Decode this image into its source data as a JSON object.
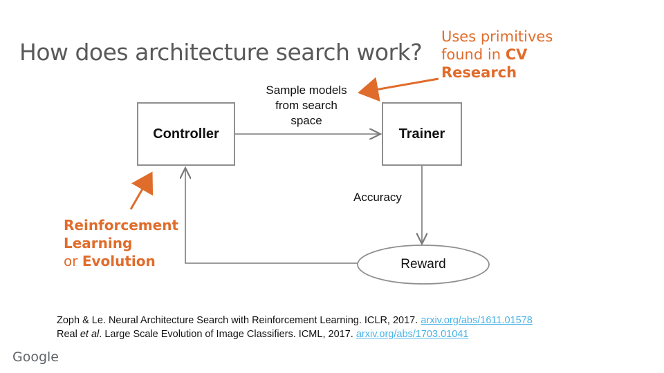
{
  "slide": {
    "title": "How does architecture search work?"
  },
  "diagram": {
    "controller_label": "Controller",
    "trainer_label": "Trainer",
    "reward_label": "Reward",
    "sample_label_lines": [
      "Sample models",
      "from search",
      "space"
    ],
    "accuracy_label": "Accuracy"
  },
  "callouts": {
    "right": {
      "line1": "Uses primitives",
      "line2_prefix": "found in ",
      "line2_bold": "CV",
      "line3_bold": "Research",
      "color": "#e06c2b"
    },
    "left": {
      "line1_bold": "Reinforcement",
      "line2_bold": "Learning",
      "line3_prefix": "or ",
      "line3_bold": "Evolution",
      "color": "#e06c2b"
    }
  },
  "references": [
    {
      "text": "Zoph & Le. Neural Architecture Search with Reinforcement Learning. ICLR, 2017. ",
      "link": "arxiv.org/abs/1611.01578"
    },
    {
      "text_prefix": "Real ",
      "text_italic": "et al",
      "text_suffix": ". Large Scale Evolution of Image Classifiers. ICML, 2017. ",
      "link": "arxiv.org/abs/1703.01041"
    }
  ],
  "footer": {
    "logo_text": "Google"
  },
  "colors": {
    "accent": "#e06c2b",
    "link": "#4ab3e6",
    "box_border": "#8f8f8f"
  }
}
